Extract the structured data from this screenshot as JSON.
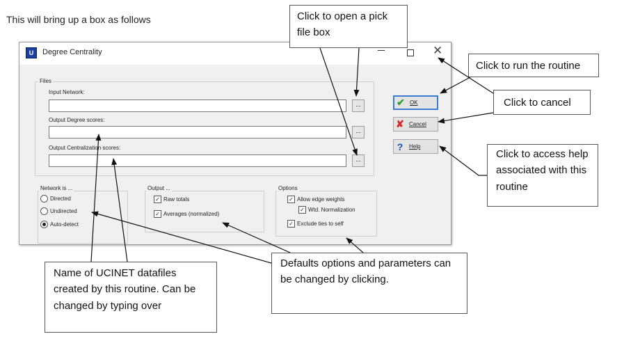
{
  "intro_text": "This will bring up a box as follows",
  "dialog": {
    "icon_letter": "U",
    "title": "Degree Centrality",
    "files": {
      "group_label": "Files",
      "input_label": "Input Network:",
      "input_value": "",
      "degree_label": "Output Degree scores:",
      "degree_value": "",
      "centralization_label": "Output Centralization scores:",
      "centralization_value": "",
      "browse_label": "..."
    },
    "buttons": {
      "ok": "OK",
      "cancel": "Cancel",
      "help": "Help"
    },
    "network": {
      "group_label": "Network is ...",
      "options": [
        "Directed",
        "Undirected",
        "Auto-detect"
      ],
      "selected": "Auto-detect"
    },
    "output": {
      "group_label": "Output ...",
      "raw_totals": "Raw totals",
      "averages": "Averages (normalized)"
    },
    "options": {
      "group_label": "Options",
      "allow_edge_weights": "Allow edge weights",
      "wtd_normalization": "Wtd. Normalization",
      "exclude_ties": "Exclude ties to self"
    }
  },
  "callouts": {
    "pick_file": "Click to open a pick file box",
    "run": "Click to run the routine",
    "cancel": "Click to cancel",
    "help": "Click to access help associated with this routine",
    "datafiles": "Name of UCINET datafiles created by this routine. Can be changed by typing over",
    "defaults": "Defaults options and parameters can be changed by clicking."
  },
  "colors": {
    "ok_check": "#2e9e2e",
    "cancel_x": "#d42a2a",
    "help_q": "#1d4fa8",
    "default_border": "#3a7bd5"
  },
  "icons": {
    "ok": "check-icon",
    "cancel": "x-icon",
    "help": "question-icon"
  }
}
